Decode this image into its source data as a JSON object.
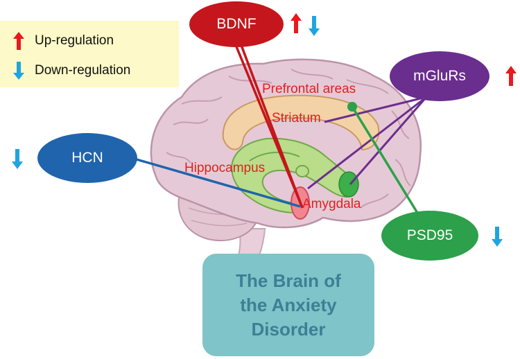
{
  "legend": {
    "up_label": "Up-regulation",
    "down_label": "Down-regulation"
  },
  "molecules": {
    "bdnf": "BDNF",
    "mglurs": "mGluRs",
    "hcn": "HCN",
    "psd95": "PSD95"
  },
  "regions": {
    "prefrontal": "Prefrontal areas",
    "striatum": "Striatum",
    "hippocampus": "Hippocampus",
    "amygdala": "Amygdala"
  },
  "title": "The Brain of\nthe Anxiety\nDisorder",
  "colors": {
    "up_arrow": "#e8191c",
    "down_arrow": "#1ea5e0",
    "bdnf": "#c4161c",
    "mglurs": "#6a2e8e",
    "hcn": "#1f64ad",
    "psd95": "#2ca04a",
    "region_text": "#e0201f"
  }
}
